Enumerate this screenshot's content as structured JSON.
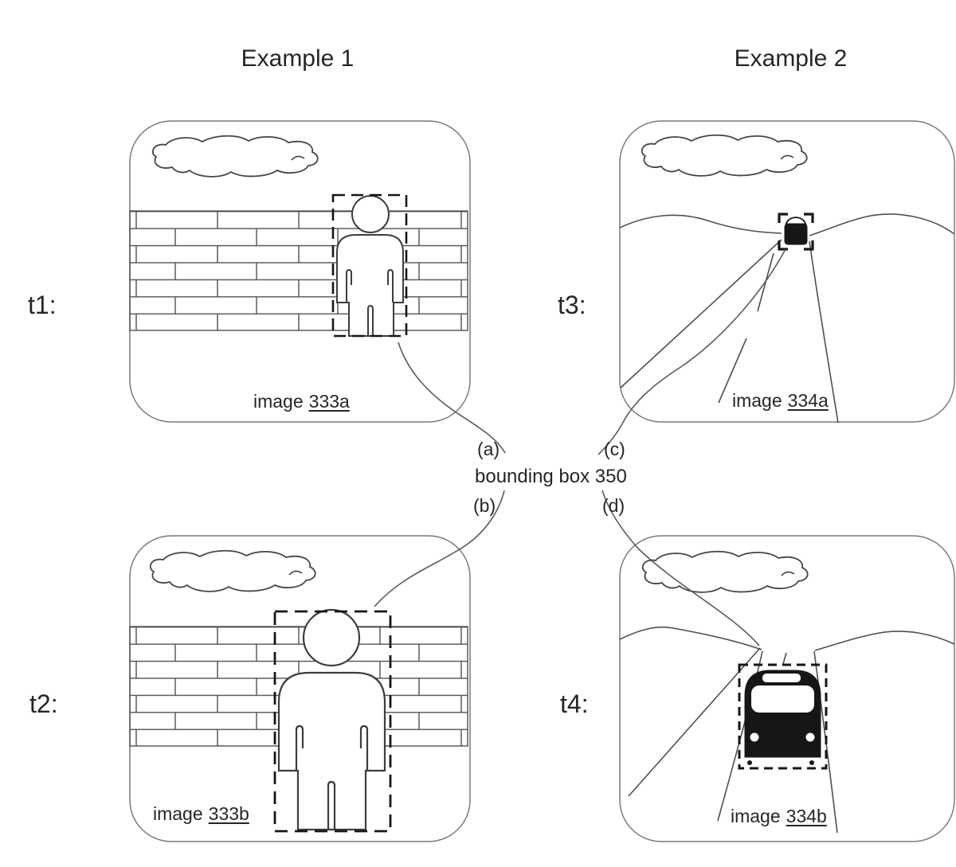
{
  "diagram": {
    "example1_title": "Example 1",
    "example2_title": "Example 2",
    "center_label": "bounding box 350",
    "connector_a": "(a)",
    "connector_b": "(b)",
    "connector_c": "(c)",
    "connector_d": "(d)",
    "panels": [
      {
        "time_label": "t1:",
        "image_word": "image",
        "image_ref": "333a",
        "icon": "person-in-front-of-brick-wall-far"
      },
      {
        "time_label": "t2:",
        "image_word": "image",
        "image_ref": "333b",
        "icon": "person-in-front-of-brick-wall-near"
      },
      {
        "time_label": "t3:",
        "image_word": "image",
        "image_ref": "334a",
        "icon": "bus-on-road-far"
      },
      {
        "time_label": "t4:",
        "image_word": "image",
        "image_ref": "334b",
        "icon": "bus-on-road-near"
      }
    ],
    "colors": {
      "background": "#ffffff",
      "panel_border": "#7a7a7a",
      "line": "#4f4f4f",
      "heavy": "#161616",
      "text": "#262626"
    }
  }
}
